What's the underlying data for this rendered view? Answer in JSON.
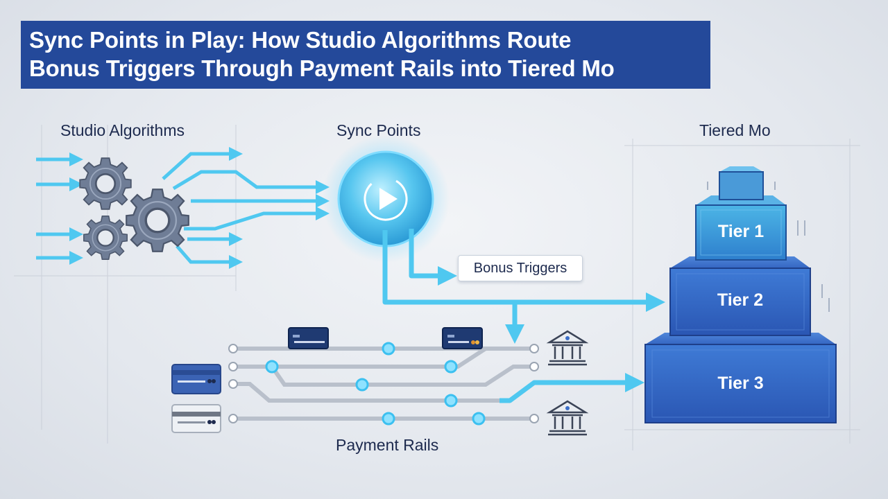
{
  "title": {
    "line1": "Sync Points in Play: How Studio Algorithms Route",
    "line2": "Bonus Triggers Through Payment Rails into Tiered Mo"
  },
  "sections": {
    "studio": "Studio Algorithms",
    "sync": "Sync Points",
    "tiered": "Tiered Mo",
    "rails": "Payment Rails"
  },
  "bonus_label": "Bonus Triggers",
  "tiers": [
    "Tier 1",
    "Tier 2",
    "Tier 3"
  ],
  "icons": {
    "gears": "gear-icon",
    "sync_hub": "play-icon",
    "bank": "bank-icon",
    "card": "credit-card-icon"
  },
  "colors": {
    "title_bg": "#24499a",
    "flow_arrow": "#4fc8f0",
    "tier_blue": "#2f62c0",
    "gear_gray": "#6f7d96",
    "rail_gray": "#b9c0cb"
  }
}
